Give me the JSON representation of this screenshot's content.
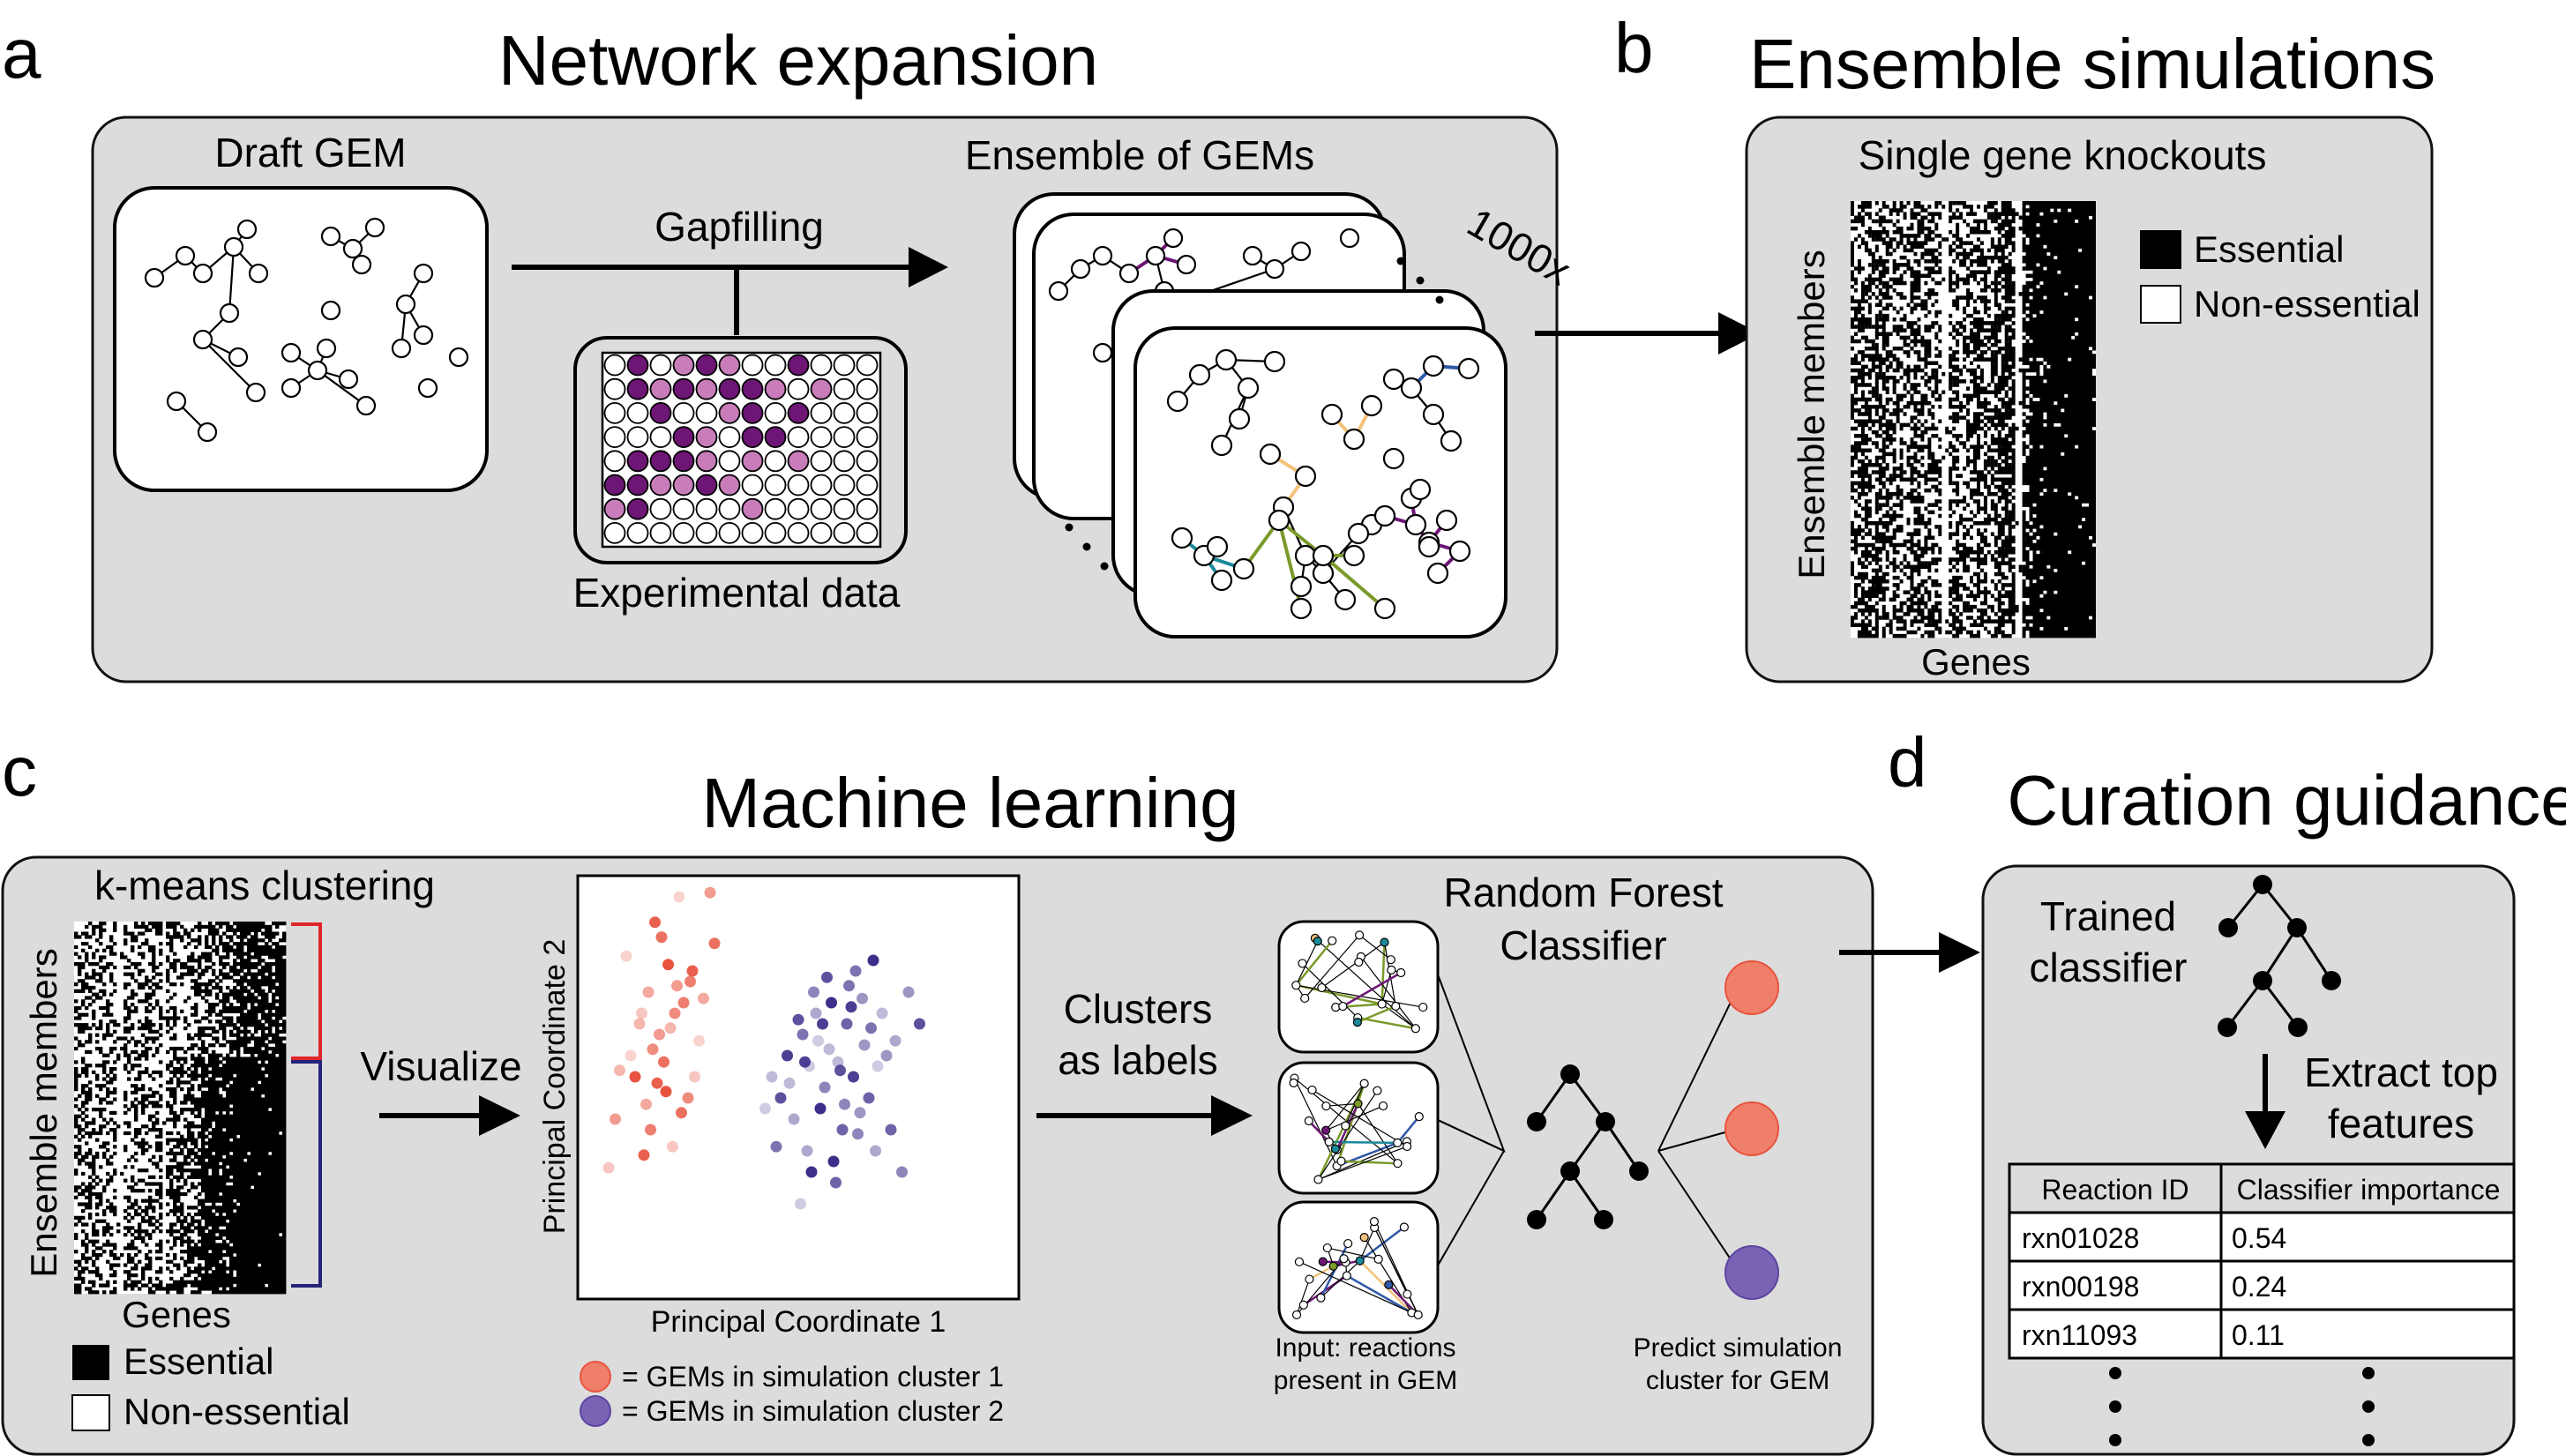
{
  "panels": {
    "a": {
      "letter": "a",
      "title": "Network expansion",
      "draft_label": "Draft GEM",
      "gapfill_label": "Gapfilling",
      "plate_label": "Experimental data",
      "ensemble_label": "Ensemble of GEMs",
      "multiplier": "1000x"
    },
    "b": {
      "letter": "b",
      "title": "Ensemble simulations",
      "subtitle": "Single gene knockouts",
      "ylabel": "Ensemble members",
      "xlabel": "Genes",
      "legend_essential": "Essential",
      "legend_nonessential": "Non-essential"
    },
    "c": {
      "letter": "c",
      "title": "Machine learning",
      "kmeans_label": "k-means clustering",
      "ylabel": "Ensemble members",
      "xlabel": "Genes",
      "legend_essential": "Essential",
      "legend_nonessential": "Non-essential",
      "visualize_label": "Visualize",
      "clusters_label_1": "Clusters",
      "clusters_label_2": "as labels",
      "rf_label_1": "Random Forest",
      "rf_label_2": "Classifier",
      "input_label_1": "Input: reactions",
      "input_label_2": "present in GEM",
      "predict_label_1": "Predict simulation",
      "predict_label_2": "cluster for GEM",
      "legend_cluster1": "= GEMs in simulation cluster 1",
      "legend_cluster2": "= GEMs in simulation cluster 2"
    },
    "d": {
      "letter": "d",
      "title": "Curation guidance",
      "trained_label_1": "Trained",
      "trained_label_2": "classifier",
      "extract_label_1": "Extract top",
      "extract_label_2": "features",
      "table": {
        "headers": [
          "Reaction ID",
          "Classifier importance"
        ],
        "rows": [
          [
            "rxn01028",
            "0.54"
          ],
          [
            "rxn00198",
            "0.24"
          ],
          [
            "rxn11093",
            "0.11"
          ]
        ]
      }
    }
  },
  "chart_data": {
    "type": "scatter",
    "xlabel": "Principal Coordinate 1",
    "ylabel": "Principal Coordinate 2",
    "series": [
      {
        "name": "GEMs in simulation cluster 1",
        "color": "#e8533f",
        "x": [
          -0.78,
          -0.62,
          -0.55,
          -0.71,
          -0.48,
          -0.66,
          -0.58,
          -0.74,
          -0.52,
          -0.69,
          -0.45,
          -0.61,
          -0.83,
          -0.57,
          -0.64,
          -0.5,
          -0.72,
          -0.59,
          -0.67,
          -0.43,
          -0.76,
          -0.53,
          -0.63,
          -0.47,
          -0.7,
          -0.56,
          -0.81,
          -0.6,
          -0.49,
          -0.68,
          -0.54,
          -0.38,
          -0.4,
          -0.86,
          -0.65
        ],
        "y": [
          0.62,
          0.71,
          0.48,
          0.35,
          0.55,
          0.18,
          0.28,
          0.05,
          0.4,
          -0.08,
          0.22,
          0.12,
          -0.15,
          -0.28,
          0.02,
          -0.05,
          0.3,
          0.58,
          -0.2,
          0.42,
          0.15,
          -0.12,
          0.25,
          0.05,
          -0.32,
          0.35,
          0.08,
          -0.02,
          0.5,
          0.45,
          0.9,
          0.68,
          0.92,
          -0.38,
          0.78
        ]
      },
      {
        "name": "GEMs in simulation cluster 2",
        "color": "#3c2f8a",
        "x": [
          -0.12,
          -0.05,
          0.02,
          0.08,
          0.15,
          0.22,
          0.3,
          0.05,
          -0.08,
          0.12,
          0.18,
          0.25,
          0.33,
          -0.02,
          0.1,
          0.2,
          0.28,
          0.36,
          0.0,
          0.07,
          0.14,
          0.24,
          -0.1,
          0.04,
          0.16,
          0.32,
          0.4,
          0.09,
          0.19,
          0.27,
          -0.04,
          0.11,
          0.23,
          0.35,
          0.06,
          0.17,
          0.29,
          -0.15,
          0.13,
          0.21,
          0.38,
          0.03,
          0.26,
          0.44,
          0.34,
          0.42,
          0.5,
          0.01,
          0.55,
          0.47
        ],
        "y": [
          0.05,
          0.15,
          0.25,
          0.35,
          0.4,
          0.3,
          0.2,
          0.1,
          -0.05,
          0.0,
          0.12,
          0.05,
          0.28,
          -0.15,
          -0.1,
          -0.2,
          -0.12,
          0.1,
          0.32,
          0.45,
          0.18,
          0.38,
          -0.28,
          -0.3,
          -0.35,
          -0.05,
          0.15,
          0.22,
          0.08,
          -0.22,
          0.02,
          0.3,
          0.48,
          -0.3,
          -0.4,
          -0.45,
          0.42,
          -0.1,
          0.52,
          -0.08,
          0.35,
          0.12,
          0.55,
          0.22,
          0.6,
          -0.2,
          0.45,
          -0.55,
          0.3,
          -0.4
        ]
      }
    ],
    "xlim": [
      -1,
      1
    ],
    "ylim": [
      -1,
      1
    ]
  }
}
